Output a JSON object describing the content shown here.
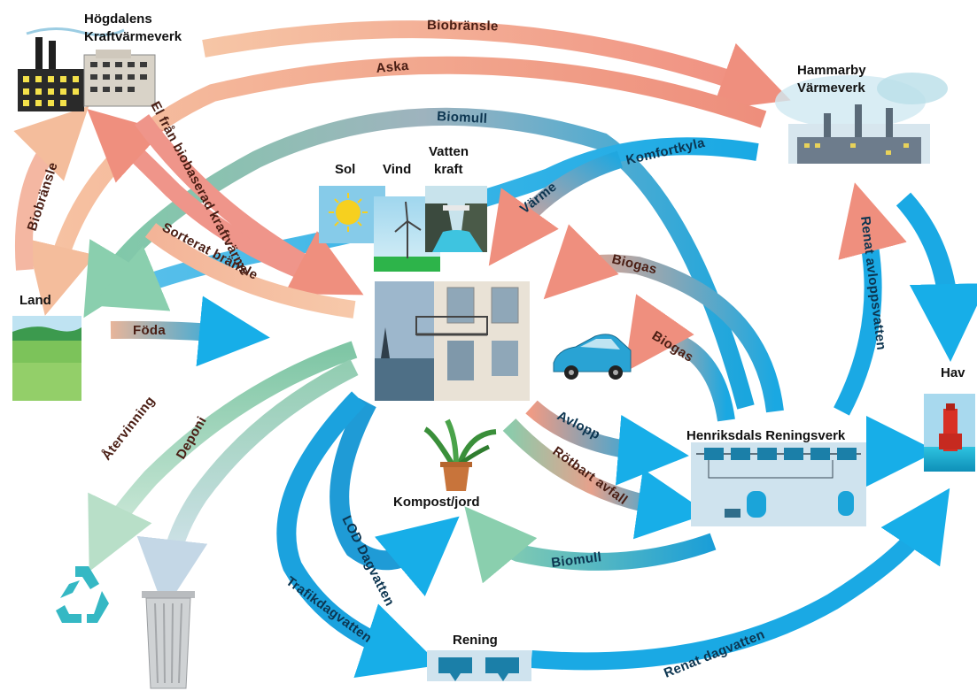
{
  "nodes": {
    "hogdalen": {
      "line1": "Högdalens",
      "line2": "Kraftvärmeverk"
    },
    "hammarby": {
      "line1": "Hammarby",
      "line2": "Värmeverk"
    },
    "sol": "Sol",
    "vind": "Vind",
    "vatten": {
      "line1": "Vatten",
      "line2": "kraft"
    },
    "land": "Land",
    "hav": "Hav",
    "henriksdal": "Henriksdals Reningsverk",
    "kompost": "Kompost/jord",
    "rening": "Rening"
  },
  "flows": {
    "biobransle_top": "Biobränsle",
    "aska": "Aska",
    "biomull_top": "Biomull",
    "komfortkyla": "Komfortkyla",
    "varme": "Värme",
    "el": "El från biobaserad kraftvärme",
    "sorterat": "Sorterat bränsle",
    "biobransle_left": "Biobränsle",
    "foda": "Föda",
    "biogas_1": "Biogas",
    "biogas_2": "Biogas",
    "renat_avlopp": "Renat avloppsvatten",
    "avlopp": "Avlopp",
    "rotbart": "Rötbart avfall",
    "biomull_bottom": "Biomull",
    "lod": "LOD Dagvatten",
    "atervinning": "Återvinning",
    "deponi": "Deponi",
    "trafik": "Trafikdagvatten",
    "renat_dagvatten": "Renat dagvatten"
  },
  "colors": {
    "red_flow": "#ef9a8c",
    "orange_flow": "#f6c5a4",
    "blue_flow": "#1ba8e4",
    "green_flow": "#7fc7a5",
    "building_dark": "#222222",
    "water": "#2fc0e0"
  },
  "icons": [
    "factory-icon",
    "power-plant-icon",
    "sun-icon",
    "wind-turbine-icon",
    "dam-icon",
    "field-icon",
    "apartment-building-icon",
    "car-icon",
    "plant-icon",
    "buoy-icon",
    "recycle-icon",
    "trash-bin-icon",
    "treatment-plant-icon"
  ]
}
